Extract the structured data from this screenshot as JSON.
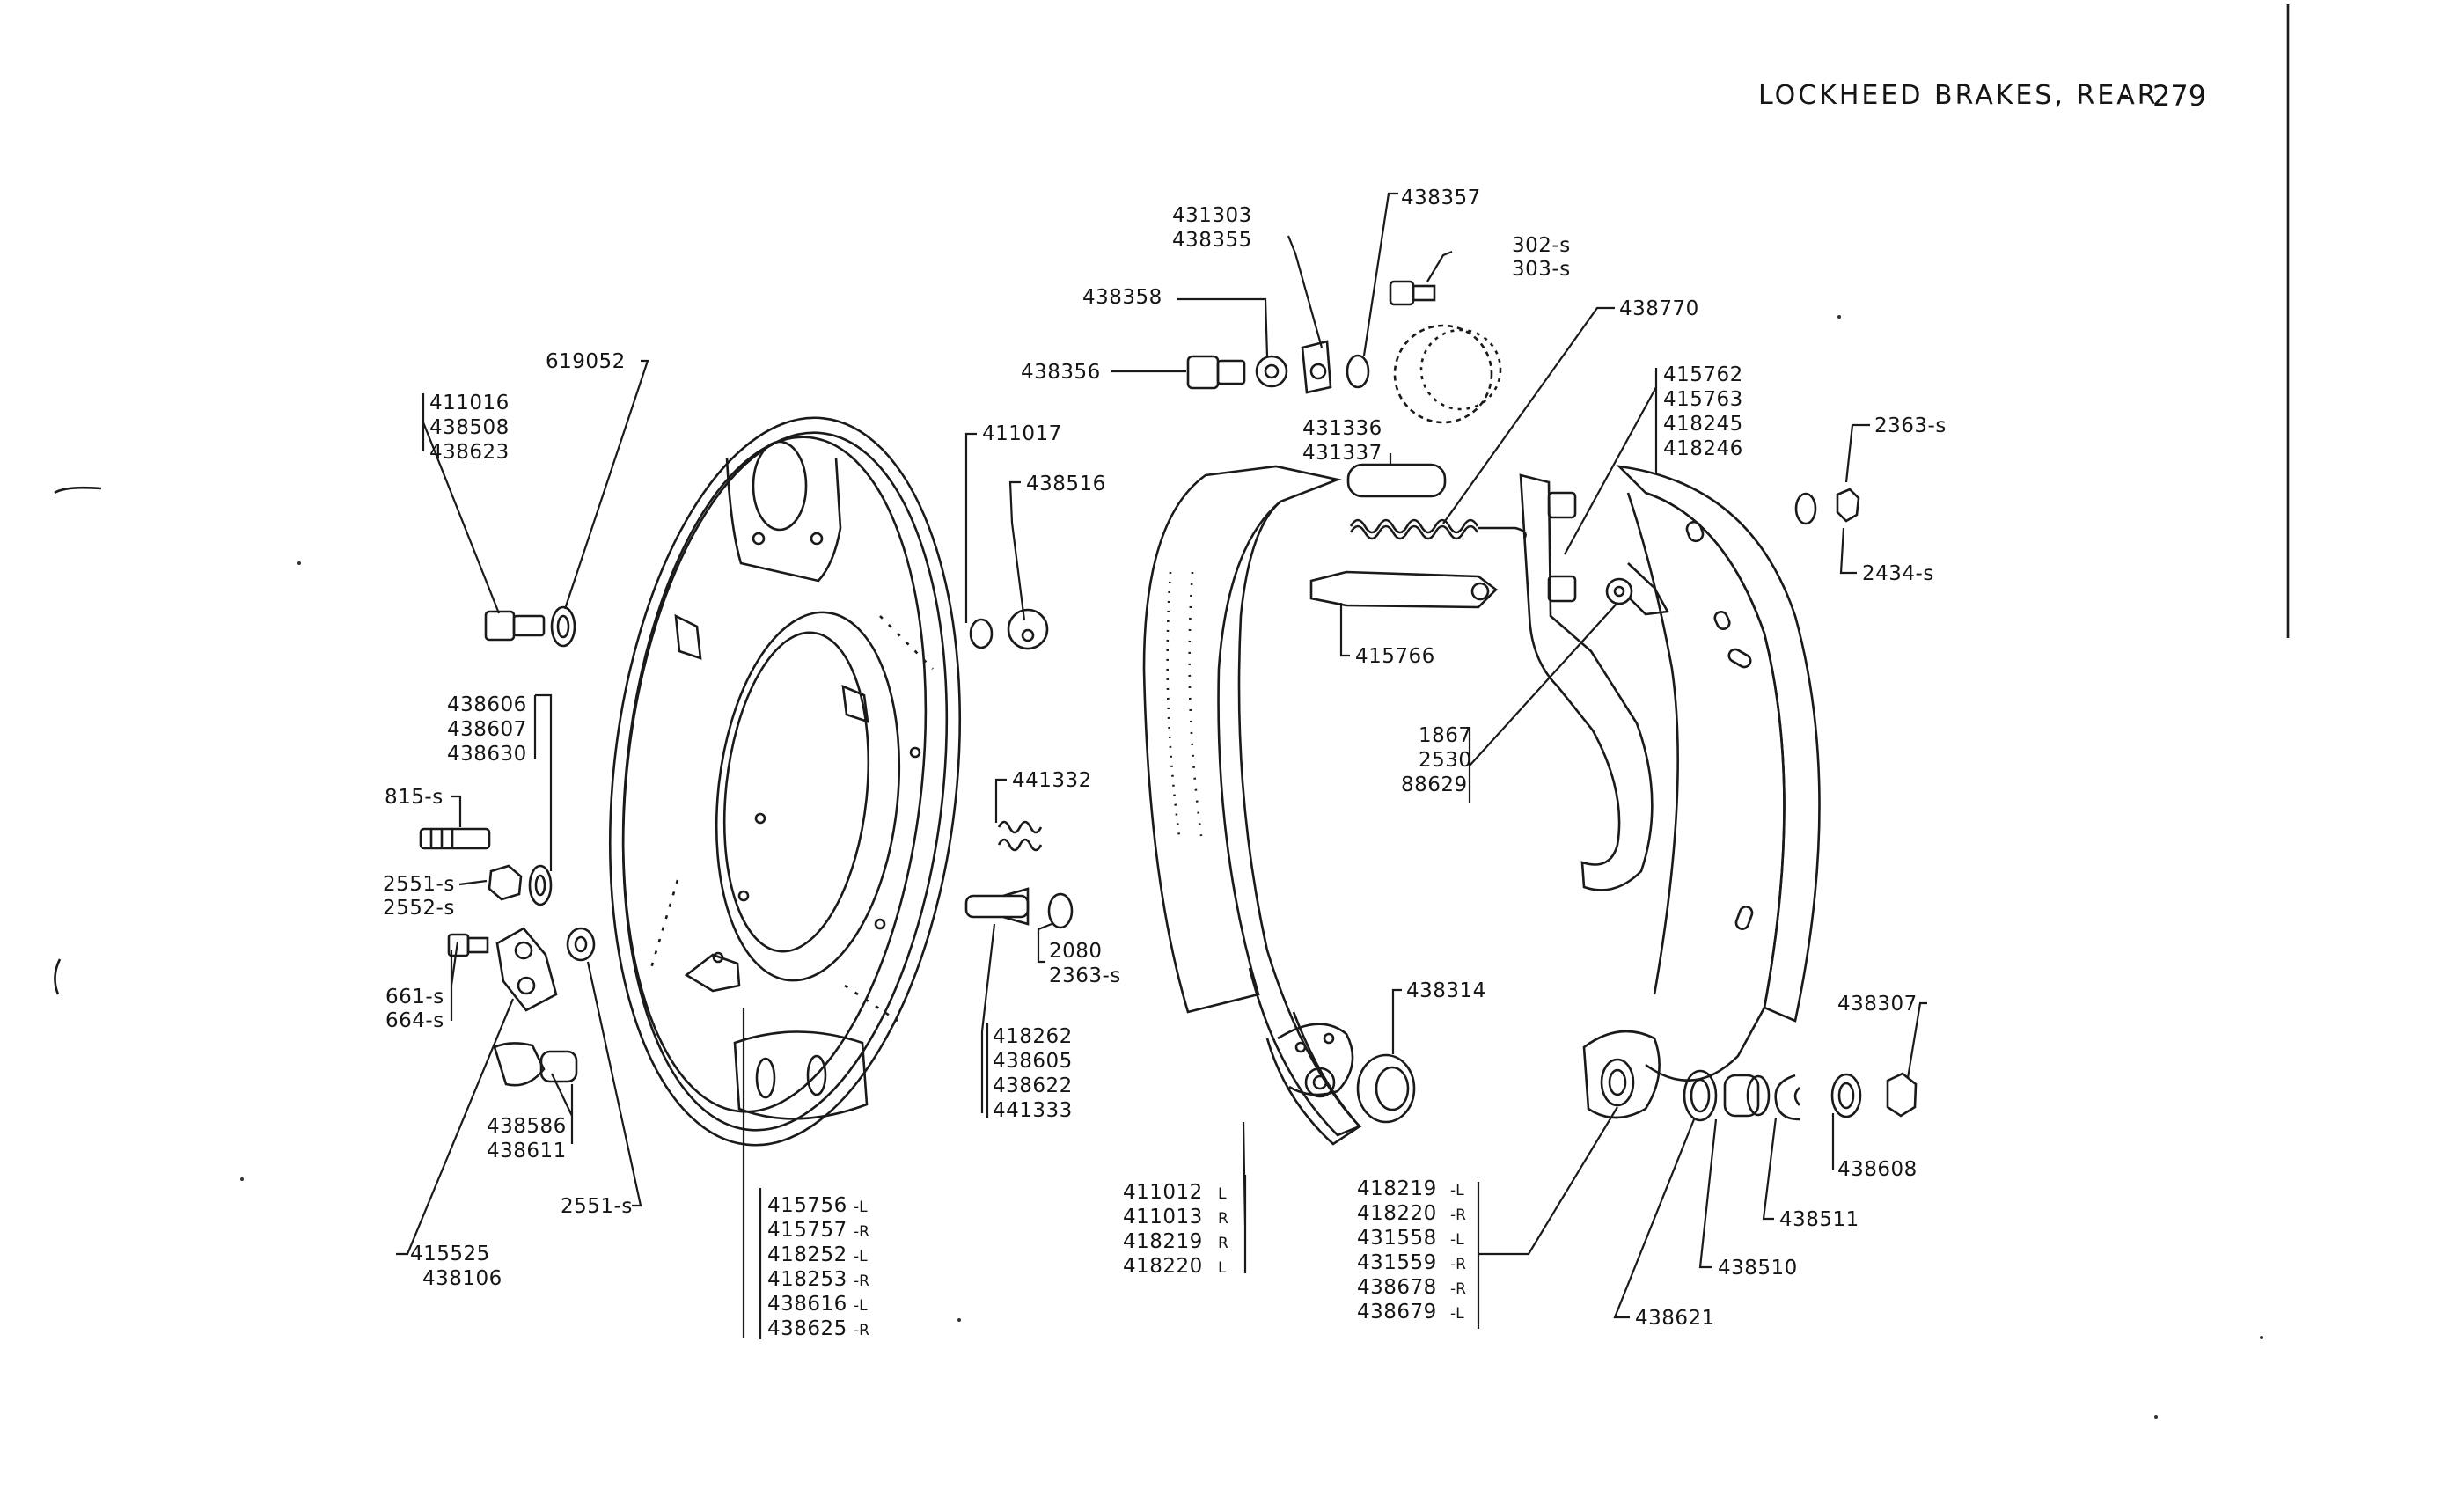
{
  "header": {
    "title": "LOCKHEED BRAKES, REAR",
    "separator": "-",
    "page_number": "279"
  },
  "callouts": {
    "c619052": [
      "619052"
    ],
    "c411016": [
      "411016",
      "438508",
      "438623"
    ],
    "c438606": [
      "438606",
      "438607",
      "438630"
    ],
    "c815": [
      "815-s"
    ],
    "c2551a": [
      "2551-s",
      "2552-s"
    ],
    "c661": [
      "661-s",
      "664-s"
    ],
    "c438586": [
      "438586",
      "438611"
    ],
    "c2551b": [
      "2551-s"
    ],
    "c415525": [
      "415525",
      "438106"
    ],
    "c415756": [
      {
        "n": "415756",
        "s": "-L"
      },
      {
        "n": "415757",
        "s": "-R"
      },
      {
        "n": "418252",
        "s": "-L"
      },
      {
        "n": "418253",
        "s": "-R"
      },
      {
        "n": "438616",
        "s": "-L"
      },
      {
        "n": "438625",
        "s": "-R"
      }
    ],
    "c411017": [
      "411017"
    ],
    "c438516": [
      "438516"
    ],
    "c441332": [
      "441332"
    ],
    "c2080": [
      "2080",
      "2363-s"
    ],
    "c418262": [
      "418262",
      "438605",
      "438622",
      "441333"
    ],
    "c431303": [
      "431303",
      "438355"
    ],
    "c438357": [
      "438357"
    ],
    "c302": [
      "302-s",
      "303-s"
    ],
    "c438358": [
      "438358"
    ],
    "c438356": [
      "438356"
    ],
    "c438770": [
      "438770"
    ],
    "c431336": [
      "431336",
      "431337"
    ],
    "c415766": [
      "415766"
    ],
    "c415762": [
      "415762",
      "415763",
      "418245",
      "418246"
    ],
    "c2363": [
      "2363-s"
    ],
    "c2434": [
      "2434-s"
    ],
    "c1867": [
      "1867",
      "2530",
      "88629"
    ],
    "c438314": [
      "438314"
    ],
    "c411012": [
      {
        "n": "411012",
        "s": "L"
      },
      {
        "n": "411013",
        "s": "R"
      },
      {
        "n": "418219",
        "s": "R"
      },
      {
        "n": "418220",
        "s": "L"
      }
    ],
    "c418219": [
      {
        "n": "418219",
        "s": "-L"
      },
      {
        "n": "418220",
        "s": "-R"
      },
      {
        "n": "431558",
        "s": "-L"
      },
      {
        "n": "431559",
        "s": "-R"
      },
      {
        "n": "438678",
        "s": "-R"
      },
      {
        "n": "438679",
        "s": "-L"
      }
    ],
    "c438307": [
      "438307"
    ],
    "c438608": [
      "438608"
    ],
    "c438511": [
      "438511"
    ],
    "c438510": [
      "438510"
    ],
    "c438621": [
      "438621"
    ]
  }
}
